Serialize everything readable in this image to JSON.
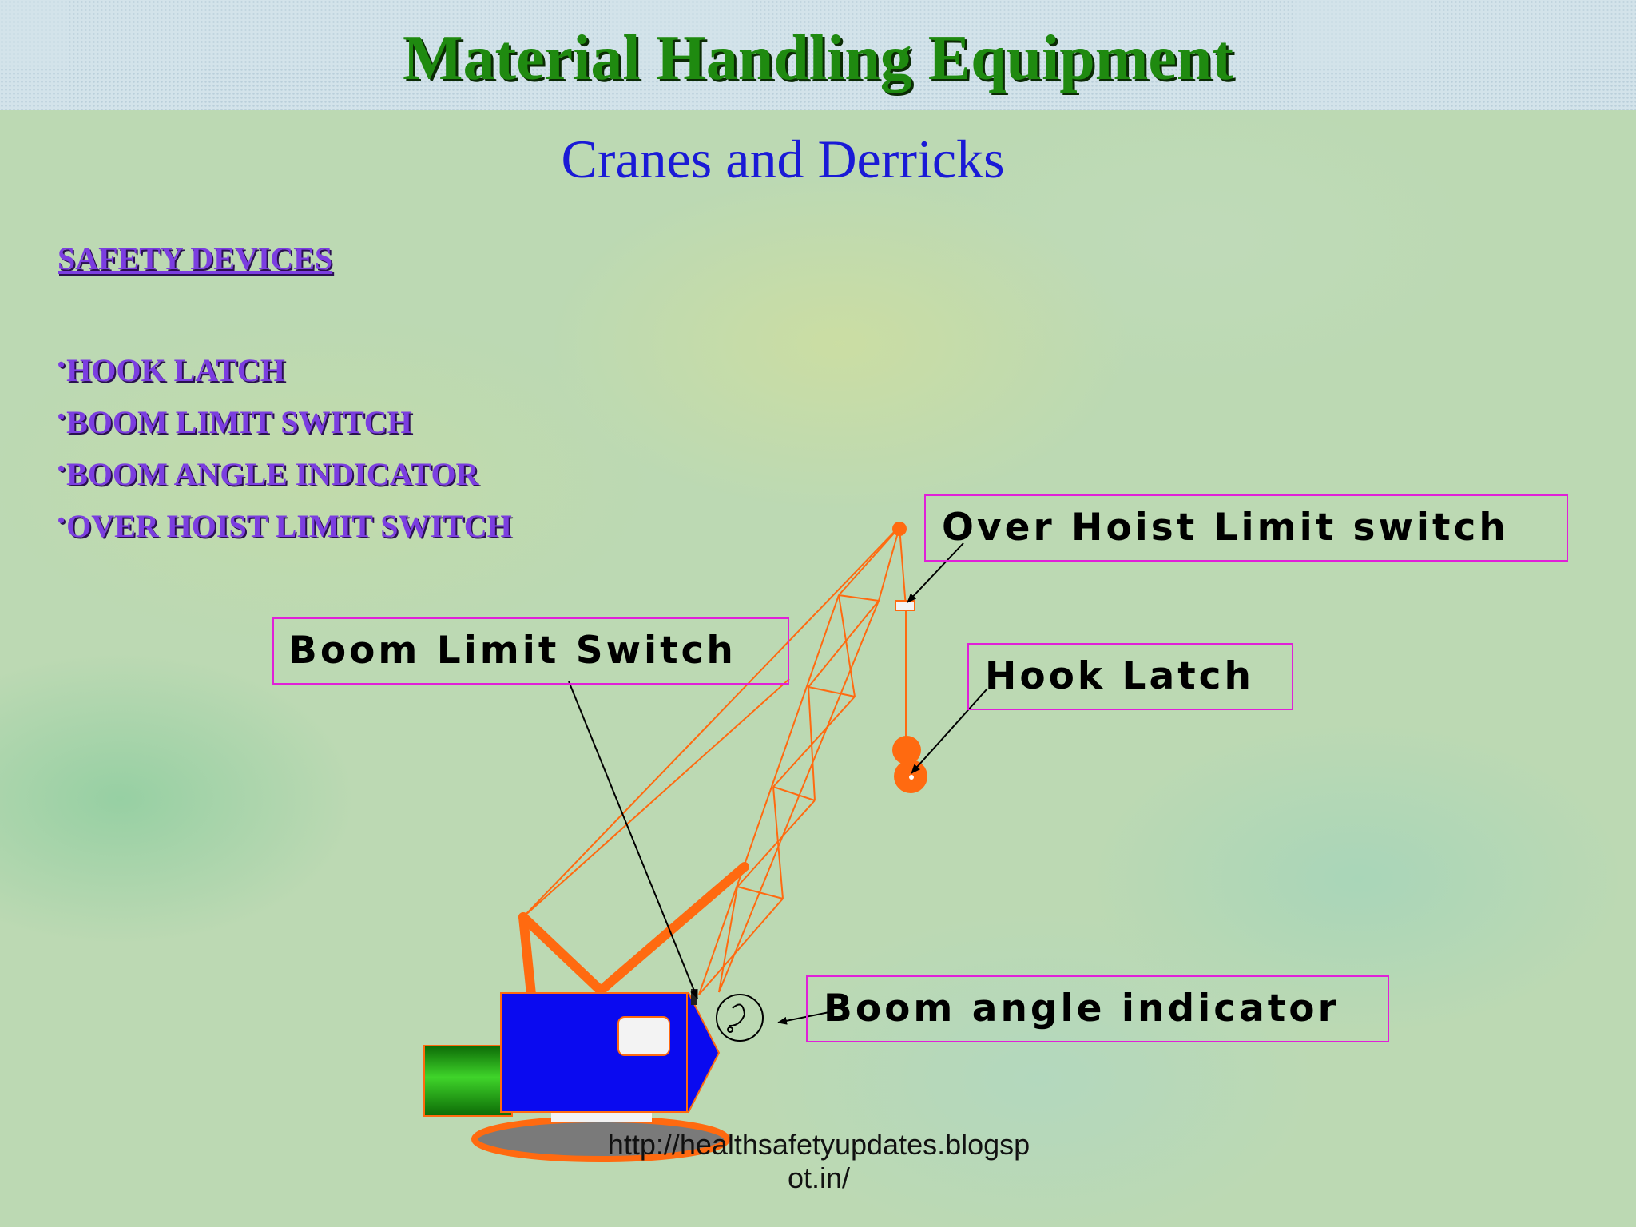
{
  "title": "Material Handling Equipment",
  "subtitle": "Cranes and Derricks",
  "safety_heading": "SAFETY DEVICES",
  "bullet_char": "•",
  "safety_devices": [
    "HOOK LATCH",
    "BOOM LIMIT SWITCH",
    "BOOM ANGLE INDICATOR",
    "OVER HOIST LIMIT SWITCH"
  ],
  "callouts": {
    "over_hoist": "Over Hoist Limit switch",
    "hook_latch": "Hook Latch",
    "boom_limit": "Boom Limit Switch",
    "boom_angle": "Boom angle indicator"
  },
  "footer_url_line1": "http://healthsafetyupdates.blogsp",
  "footer_url_line2": "ot.in/",
  "colors": {
    "title": "#1f8a10",
    "subtitle": "#1a1ad6",
    "list_text": "#7b3ee0",
    "crane_orange": "#ff6a10",
    "cab_blue": "#0a0af0",
    "counterweight_green": "#2dbb1a",
    "callout_border": "#e020d8"
  }
}
